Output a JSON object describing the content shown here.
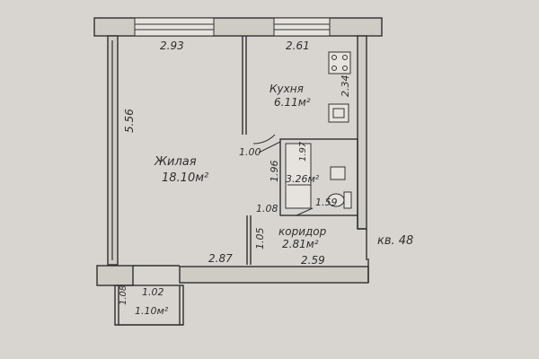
{
  "dimensions": {
    "top_left_width": "2.93",
    "top_right_width": "2.61",
    "left_height": "5.56",
    "kitchen_height": "2.34",
    "bath_height": "1.97",
    "bath_inner_height": "1.96",
    "bath_width": "1.59",
    "door_width_main": "1.00",
    "corridor_opening": "1.08",
    "corridor_height": "1.05",
    "main_bottom_width": "2.87",
    "corridor_bottom_width": "2.59",
    "balcony_width": "1.02",
    "balcony_height": "1.08"
  },
  "rooms": {
    "living": {
      "name": "Жилая",
      "area": "18.10м²"
    },
    "kitchen": {
      "name": "Кухня",
      "area": "6.11м²"
    },
    "bathroom": {
      "area": "3.26м²"
    },
    "corridor": {
      "name": "коридор",
      "area": "2.81м²"
    },
    "balcony": {
      "area": "1.10м²"
    }
  },
  "apartment_label": "кв. 48"
}
